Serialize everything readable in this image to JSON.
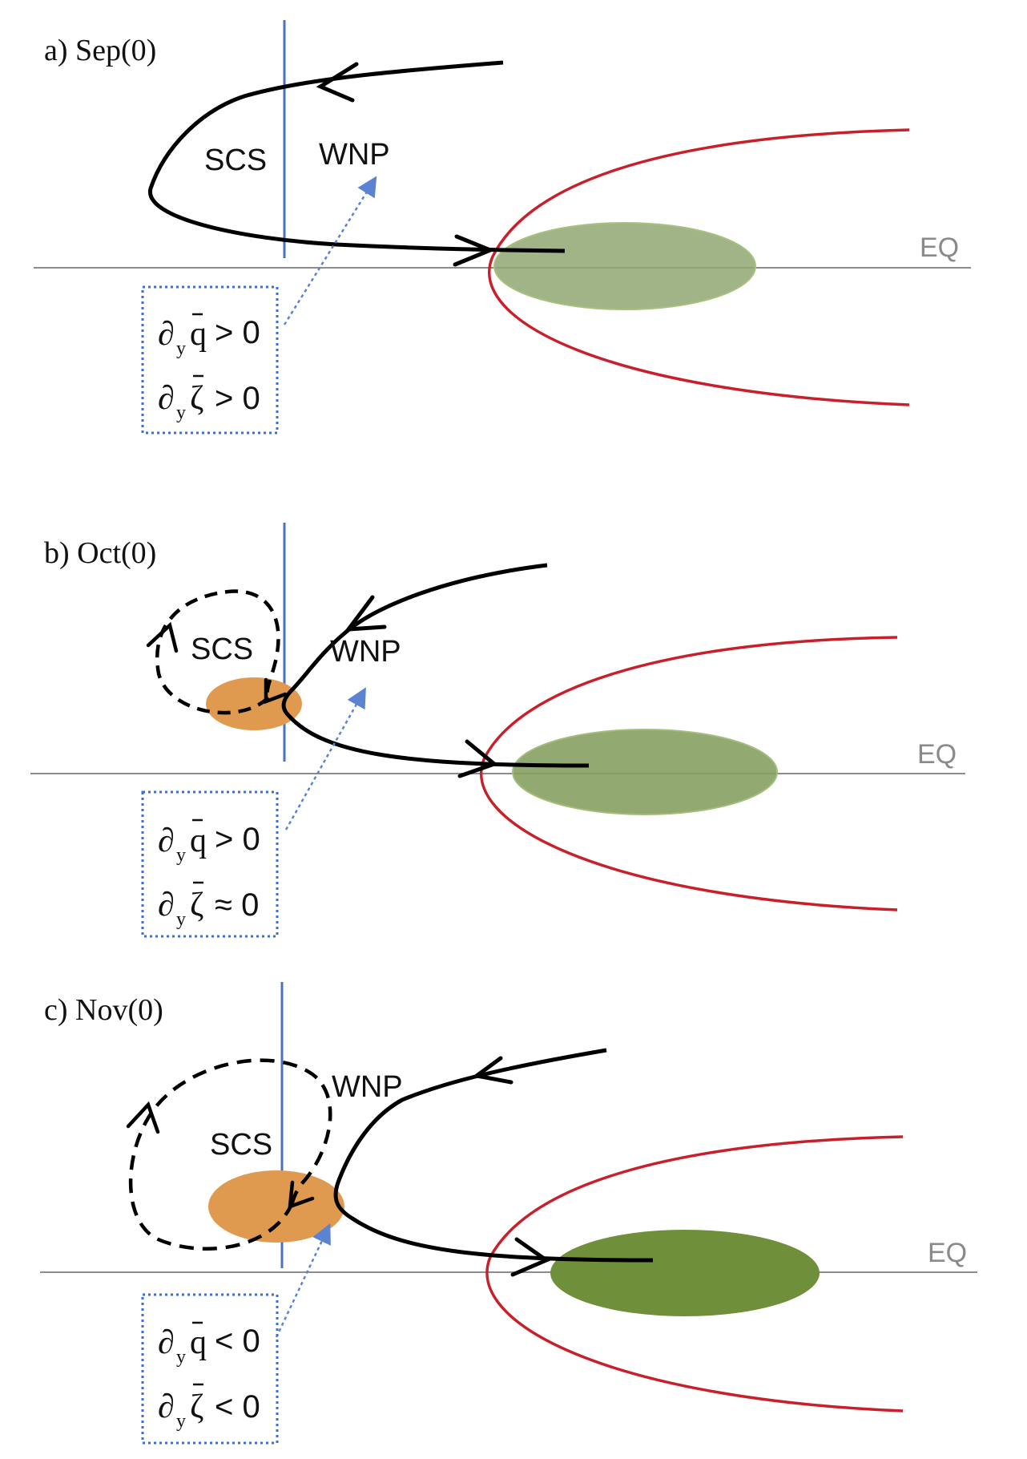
{
  "colors": {
    "equator": "#8c8c8c",
    "boundary": "#4a72c4",
    "anomaly_curve": "#c8202a",
    "flow": "#000000",
    "green_sep": "#8fa772",
    "green_oct": "#86a062",
    "green_nov": "#6f8f3a",
    "orange_heating": "#e09a4f",
    "box_border": "#3b6fd6",
    "pointer": "#5b83d1"
  },
  "panels": [
    {
      "title": "a) Sep(0)",
      "region_west": "SCS",
      "region_east": "WNP",
      "equator_label": "EQ",
      "gradient_q_relation": "> 0",
      "gradient_zeta_relation": "> 0"
    },
    {
      "title": "b) Oct(0)",
      "region_west": "SCS",
      "region_east": "WNP",
      "equator_label": "EQ",
      "gradient_q_relation": "> 0",
      "gradient_zeta_relation": "≈ 0"
    },
    {
      "title": "c) Nov(0)",
      "region_west": "SCS",
      "region_east": "WNP",
      "equator_label": "EQ",
      "gradient_q_relation": "< 0",
      "gradient_zeta_relation": "< 0"
    }
  ]
}
